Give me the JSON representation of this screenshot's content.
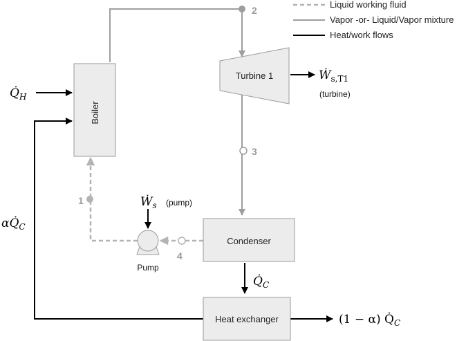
{
  "legend": {
    "liquid": "Liquid working fluid",
    "vapor": "Vapor -or- Liquid/Vapor mixture",
    "heat": "Heat/work flows"
  },
  "components": {
    "boiler": "Boiler",
    "turbine": "Turbine 1",
    "condenser": "Condenser",
    "heat_exchanger": "Heat exchanger",
    "pump": "Pump"
  },
  "states": {
    "s1": "1",
    "s2": "2",
    "s3": "3",
    "s4": "4"
  },
  "flows": {
    "q_h": "Q̇",
    "q_h_sub": "H",
    "w_turbine": "Ẇ",
    "w_turbine_sub": "s,T1",
    "w_turbine_note": "(turbine)",
    "w_pump": "Ẇ",
    "w_pump_sub": "s",
    "w_pump_note": "(pump)",
    "q_c": "Q̇",
    "q_c_sub": "C",
    "alpha_qc": "αQ̇",
    "alpha_qc_sub": "C",
    "rejected": "(1 − α) Q̇",
    "rejected_sub": "C"
  },
  "colors": {
    "vapor_line": "#9e9e9e",
    "liquid_line": "#b3b3b3",
    "heat_line": "#000000",
    "component_fill": "#ececec"
  }
}
